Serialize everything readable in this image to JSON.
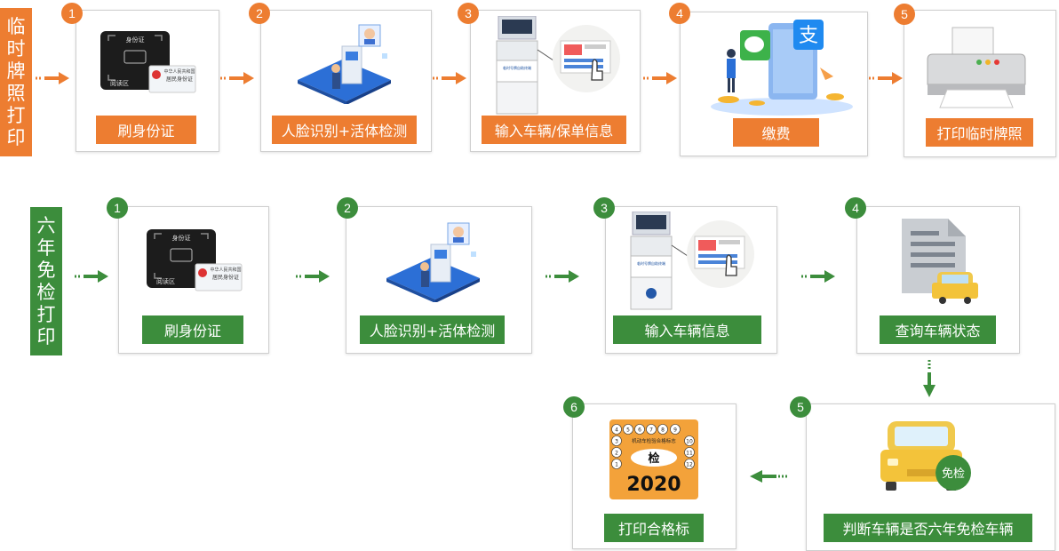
{
  "colors": {
    "orange": "#ed7d31",
    "green": "#3c8d3c"
  },
  "flow_temp": {
    "title": "临时牌照打印",
    "steps": [
      {
        "num": "1",
        "label": "刷身份证"
      },
      {
        "num": "2",
        "label": "人脸识别+活体检测"
      },
      {
        "num": "3",
        "label": "输入车辆/保单信息"
      },
      {
        "num": "4",
        "label": "缴费"
      },
      {
        "num": "5",
        "label": "打印临时牌照"
      }
    ]
  },
  "flow_inspect": {
    "title": "六年免检打印",
    "steps": [
      {
        "num": "1",
        "label": "刷身份证"
      },
      {
        "num": "2",
        "label": "人脸识别+活体检测"
      },
      {
        "num": "3",
        "label": "输入车辆信息"
      },
      {
        "num": "4",
        "label": "查询车辆状态"
      },
      {
        "num": "5",
        "label": "判断车辆是否六年免检车辆"
      },
      {
        "num": "6",
        "label": "打印合格标"
      }
    ]
  },
  "idcard": {
    "title": "身份证",
    "read": "阅读区",
    "front_title": "居民身份证",
    "front_nation": "中华人民共和国"
  },
  "kiosk": {
    "screen_text": "临时号牌自助终端"
  },
  "pay": {
    "alipay_char": "支"
  },
  "car_badge": "免检",
  "sticker": {
    "title": "机动车检验合格标志",
    "main": "检",
    "year": "2020",
    "months": [
      "1",
      "2",
      "3",
      "4",
      "5",
      "6",
      "7",
      "8",
      "9",
      "10",
      "11",
      "12"
    ]
  }
}
